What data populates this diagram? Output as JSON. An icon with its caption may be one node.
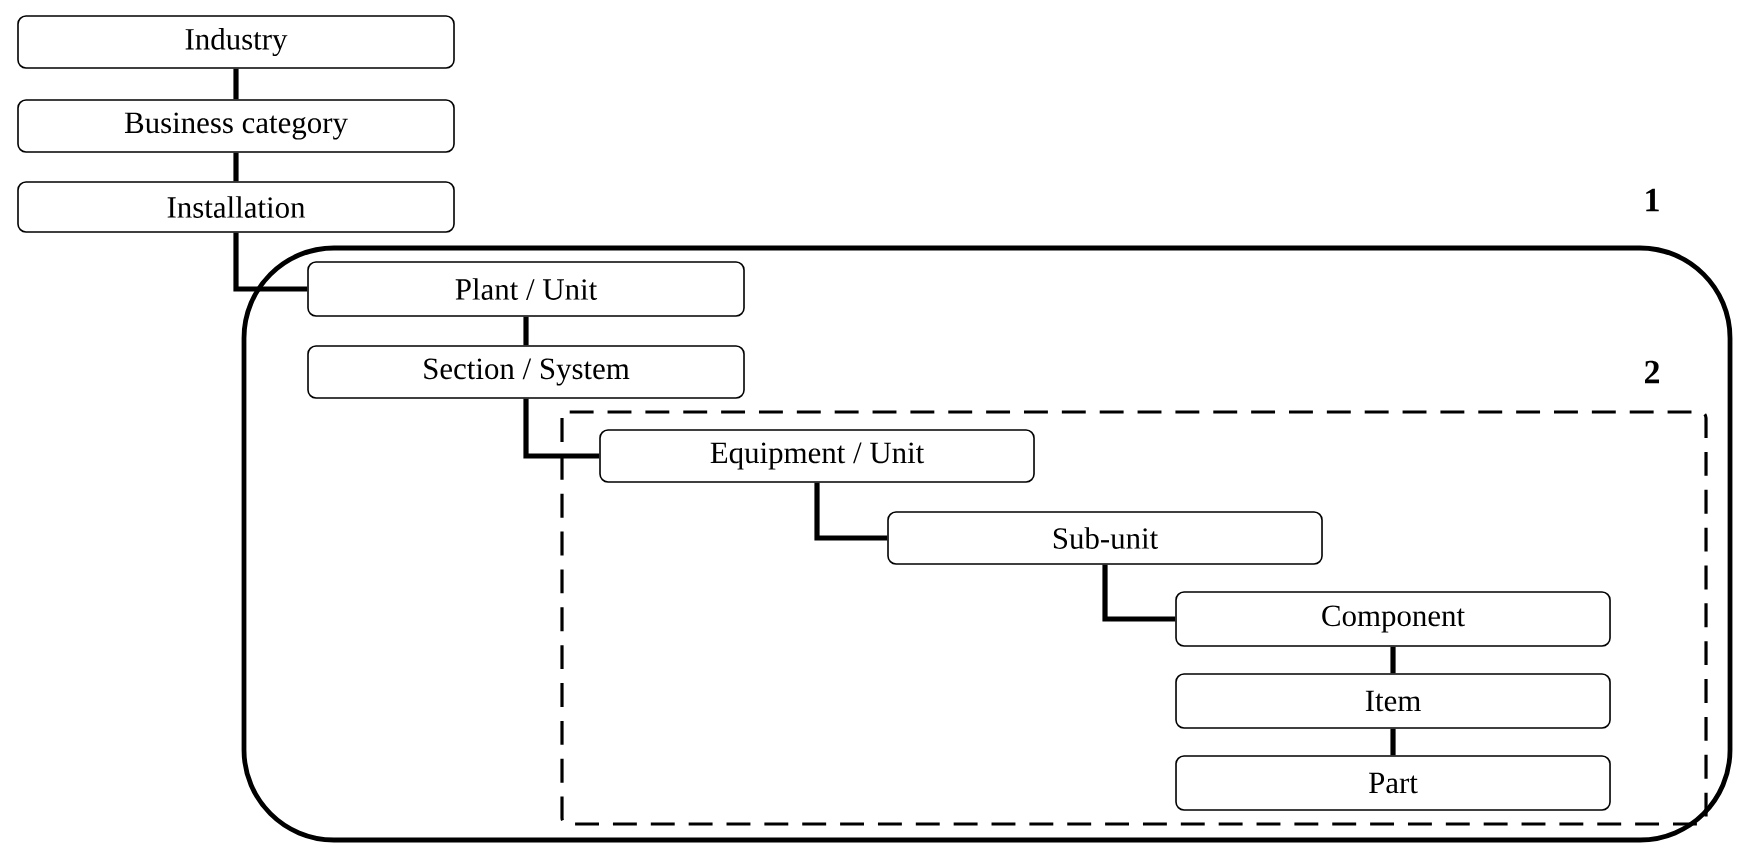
{
  "diagram": {
    "nodes": [
      {
        "text": [
          "Industry"
        ]
      },
      {
        "text": [
          "Business category"
        ]
      },
      {
        "text": [
          "Installation"
        ]
      },
      {
        "text": [
          "1"
        ]
      },
      {
        "text": [
          "Plant / Unit"
        ],
        "in": 3
      },
      {
        "text": [
          "Section / System"
        ],
        "in": 3
      },
      {
        "text": [
          "2"
        ],
        "in": 3
      },
      {
        "text": [
          "Equipment / Unit"
        ],
        "in": 6
      },
      {
        "text": [
          "Sub-unit"
        ],
        "in": 6
      },
      {
        "text": [
          "Component"
        ],
        "in": 6
      },
      {
        "text": [
          "Item"
        ],
        "in": 6
      },
      {
        "text": [
          "Part"
        ],
        "in": 6
      }
    ],
    "edges": [
      {
        "from": 0,
        "to": 1,
        "arrow": "none"
      },
      {
        "from": 1,
        "to": 2,
        "arrow": "none"
      },
      {
        "from": 2,
        "to": 4,
        "arrow": "none"
      },
      {
        "from": 4,
        "to": 5,
        "arrow": "none"
      },
      {
        "from": 5,
        "to": 7,
        "arrow": "none"
      },
      {
        "from": 7,
        "to": 8,
        "arrow": "none"
      },
      {
        "from": 8,
        "to": 9,
        "arrow": "none"
      },
      {
        "from": 9,
        "to": 10,
        "arrow": "none"
      },
      {
        "from": 10,
        "to": 11,
        "arrow": "none"
      }
    ]
  }
}
